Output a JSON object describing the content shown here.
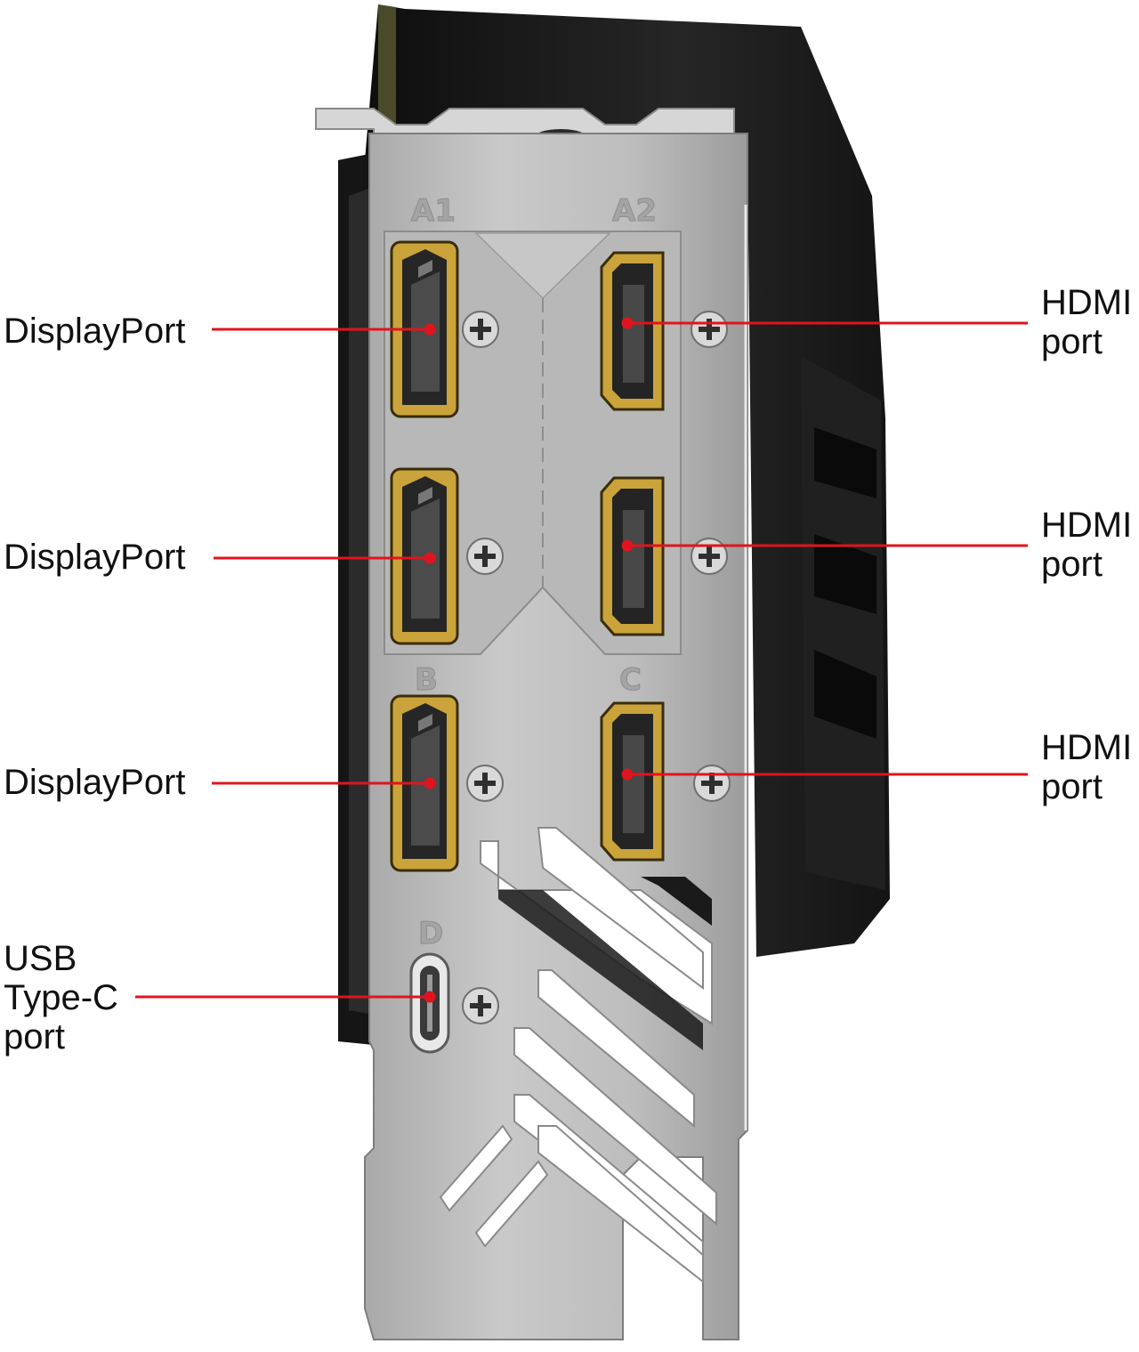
{
  "bracket": {
    "port_marks": [
      "A1",
      "A2",
      "B",
      "C",
      "D"
    ]
  },
  "callouts": {
    "dp1": "DisplayPort",
    "dp2": "DisplayPort",
    "dp3": "DisplayPort",
    "usbc": "USB\nType-C\nport",
    "hdmi1": "HDMI\nport",
    "hdmi2": "HDMI\nport",
    "hdmi3": "HDMI\nport"
  },
  "colors": {
    "leader_line": "#e0141e",
    "bracket_metal": "#bdbdbd",
    "gold_trim": "#caa43a",
    "shroud": "#1b1b1b"
  }
}
